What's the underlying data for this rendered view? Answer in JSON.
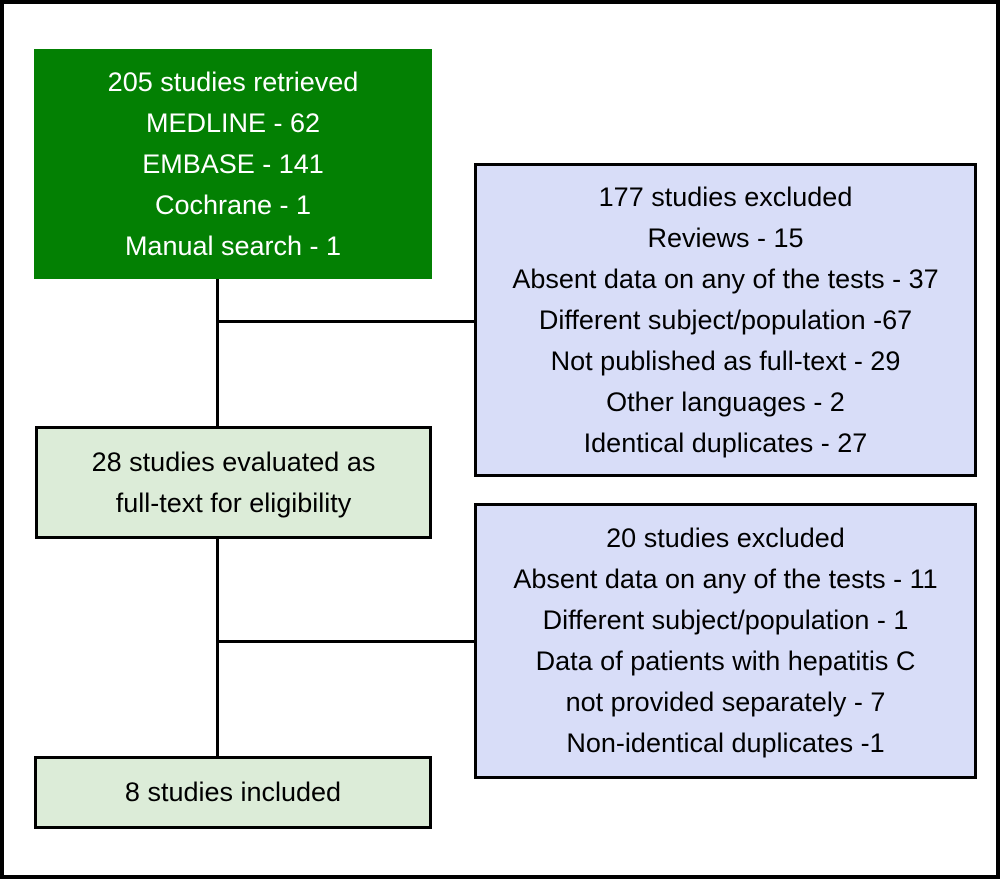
{
  "boxes": {
    "retrieved": {
      "lines": [
        "205 studies retrieved",
        "MEDLINE - 62",
        "EMBASE - 141",
        "Cochrane - 1",
        "Manual search - 1"
      ]
    },
    "excluded_screening": {
      "lines": [
        "177 studies excluded",
        "Reviews - 15",
        "Absent data on any of the tests - 37",
        "Different subject/population -67",
        "Not published as full-text - 29",
        "Other languages - 2",
        "Identical duplicates - 27"
      ]
    },
    "evaluated": {
      "lines": [
        "28 studies evaluated as",
        "full-text for eligibility"
      ]
    },
    "excluded_eligibility": {
      "lines": [
        "20 studies excluded",
        "Absent data on any of the tests - 11",
        "Different subject/population - 1",
        "Data of patients with hepatitis C",
        "not provided separately - 7",
        "Non-identical duplicates -1"
      ]
    },
    "included": {
      "lines": [
        "8 studies included"
      ]
    }
  },
  "colors": {
    "retrieved_fill": "#038003",
    "retrieved_text": "#ffffff",
    "excluded_fill": "#d8ddf8",
    "evaluated_fill": "#dcecd8",
    "included_fill": "#dcecd8",
    "border": "#000000",
    "background": "#ffffff"
  }
}
